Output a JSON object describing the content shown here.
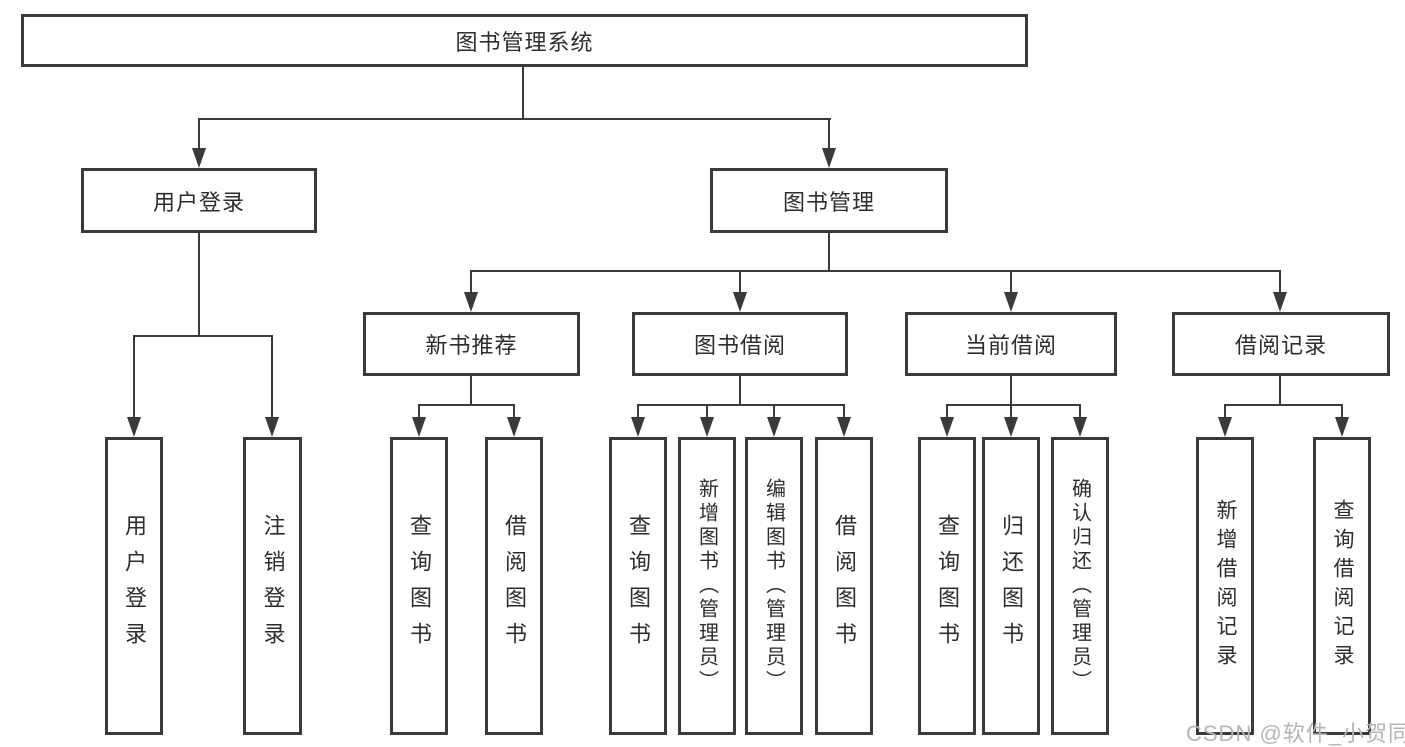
{
  "diagram": {
    "root": {
      "label": "图书管理系统"
    },
    "level2": [
      {
        "id": "user-login",
        "label": "用户登录"
      },
      {
        "id": "book-management",
        "label": "图书管理"
      }
    ],
    "level3": [
      {
        "id": "new-book-recommend",
        "label": "新书推荐"
      },
      {
        "id": "book-borrowing",
        "label": "图书借阅"
      },
      {
        "id": "current-borrowing",
        "label": "当前借阅"
      },
      {
        "id": "borrowing-records",
        "label": "借阅记录"
      }
    ],
    "leaves": {
      "user_login": [
        "用户登录",
        "注销登录"
      ],
      "new_book_recommend": [
        "查询图书",
        "借阅图书"
      ],
      "book_borrowing": [
        "查询图书",
        "新增图书（管理员）",
        "编辑图书（管理员）",
        "借阅图书"
      ],
      "current_borrowing": [
        "查询图书",
        "归还图书",
        "确认归还（管理员）"
      ],
      "borrowing_records": [
        "新增借阅记录",
        "查询借阅记录"
      ]
    }
  },
  "watermark": {
    "text": "CSDN @软件_小贺同学"
  },
  "colors": {
    "line": "#3a3a3a",
    "text": "#2d2d2d",
    "watermark": "#b5b5b5",
    "background": "#ffffff"
  }
}
